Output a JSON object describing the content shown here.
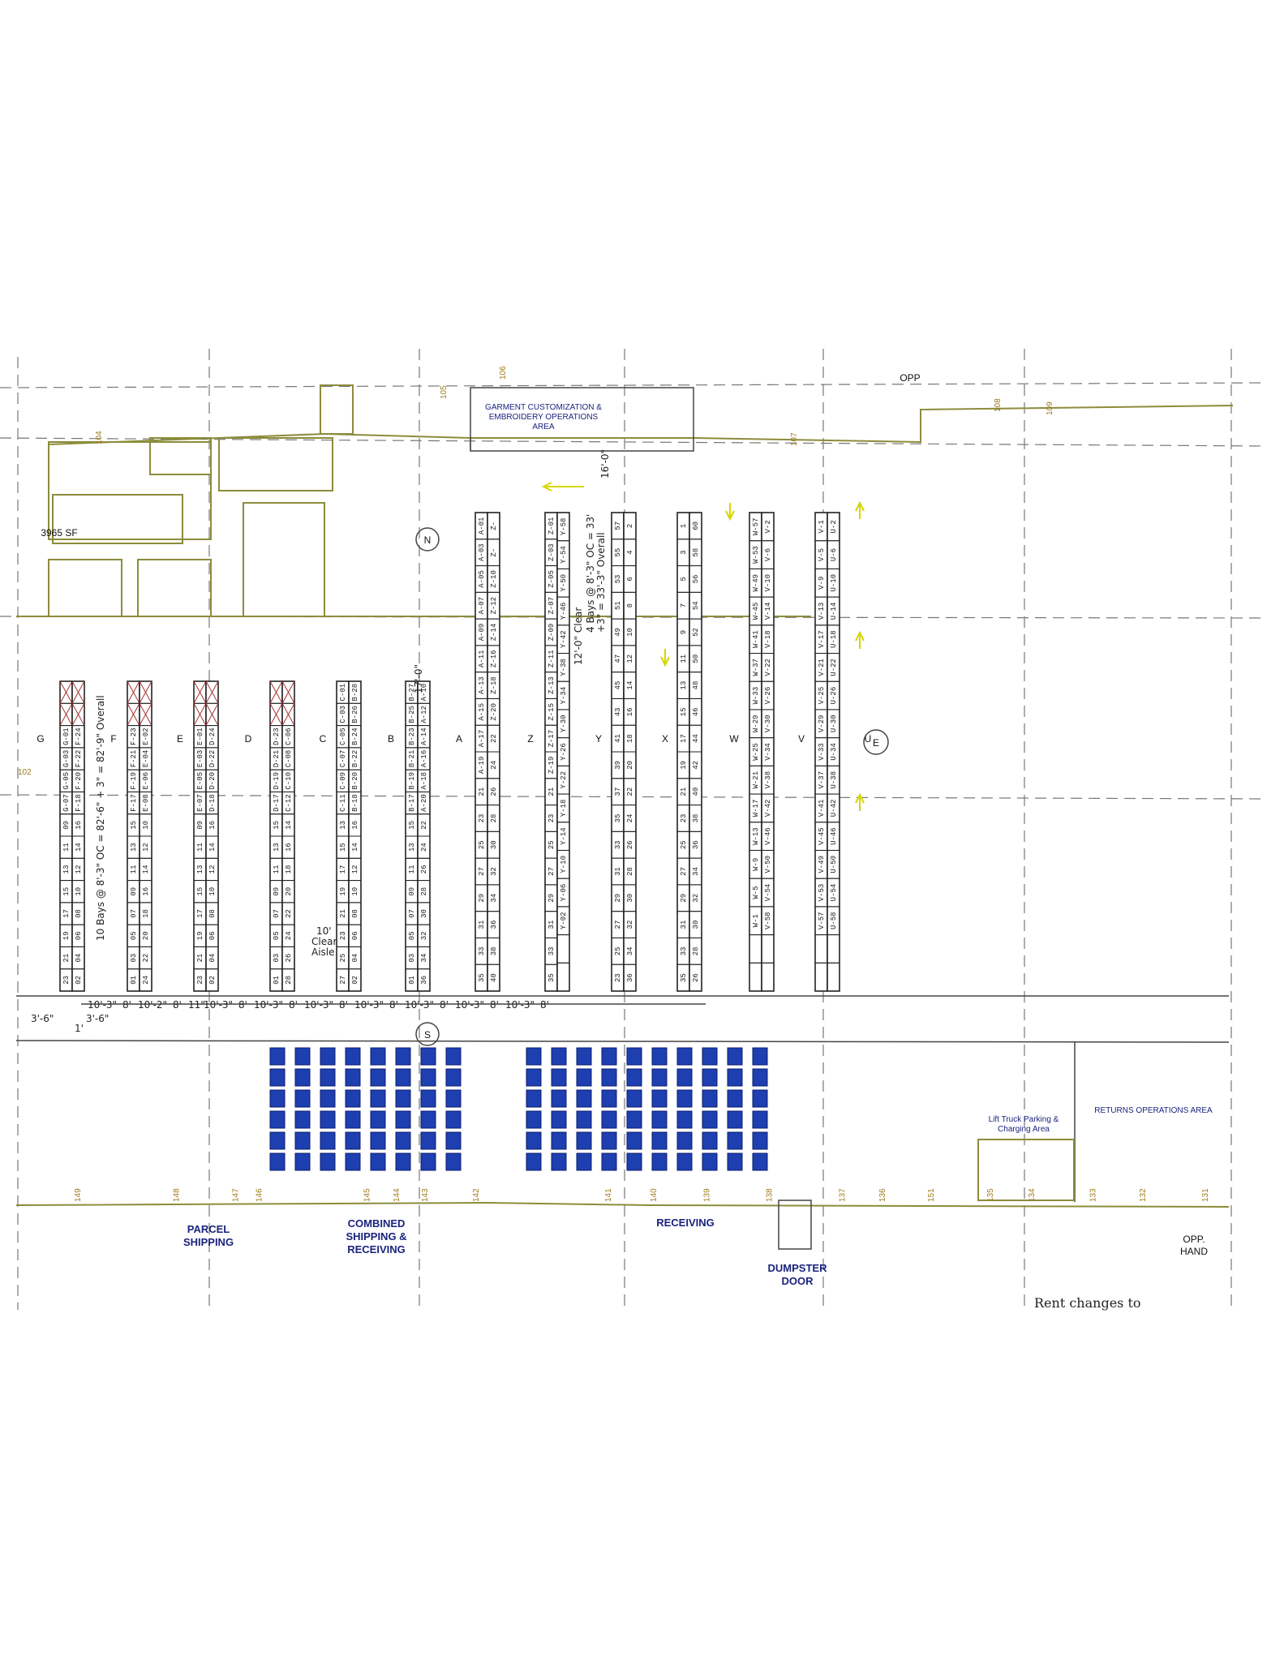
{
  "colors": {
    "label": "#1a237e",
    "pallet": "#1d3fb0",
    "wall": "#8c8c3c",
    "markup_red": "#a33333",
    "markup_yellow": "#d6d600"
  },
  "areas": {
    "garment": [
      "GARMENT CUSTOMIZATION &",
      "EMBROIDERY OPERATIONS",
      "AREA"
    ],
    "office_sf": "3965 SF",
    "opp_top": "OPP",
    "parcel": [
      "PARCEL",
      "SHIPPING"
    ],
    "combined": [
      "COMBINED",
      "SHIPPING &",
      "RECEIVING"
    ],
    "receiving": "RECEIVING",
    "dumpster": [
      "DUMPSTER",
      "DOOR"
    ],
    "returns": "RETURNS OPERATIONS AREA",
    "lift_truck": [
      "Lift Truck Parking &",
      "Charging Area"
    ],
    "opp_hand": [
      "OPP.",
      "HAND"
    ],
    "handwritten": "Rent changes to"
  },
  "door_numbers_top": [
    "104",
    "105",
    "106",
    "107",
    "108",
    "109"
  ],
  "door_numbers_bottom": [
    "149",
    "148",
    "147",
    "146",
    "145",
    "144",
    "143",
    "142",
    "141",
    "140",
    "139",
    "138",
    "137",
    "136",
    "151",
    "135",
    "134",
    "133",
    "132",
    "131"
  ],
  "column_marker": "102",
  "compass": {
    "north": "N",
    "east": "E",
    "south": "S"
  },
  "annotations": {
    "bays_left": "10 Bays @ 8'-3\" OC = 82'-6\" + 3\" = 82'-9\" Overall",
    "bays_right_1": "4 Bays @ 8'-3\" OC = 33'",
    "bays_right_2": "+3\" = 33'-3\" Overall",
    "clear_12": "12'-0\" Clear",
    "dim_16": "16'-0\"",
    "dim_17": "17'-0\"",
    "clear_aisle": [
      "10'",
      "Clear",
      "Aisle"
    ]
  },
  "dimensions_bottom": [
    "10'-3\"",
    "8'",
    "10'-2\"",
    "8'",
    "11\"",
    "10'-3\"",
    "8'",
    "10'-3\"",
    "8'",
    "10'-3\"",
    "8'",
    "10'-3\"",
    "8'",
    "10'-3\"",
    "8'",
    "10'-3\"",
    "8'",
    "10'-3\"",
    "8'"
  ],
  "dimensions_left": [
    "3'-6\"",
    "1'",
    "3'-6\""
  ],
  "aisle_letters": [
    "G",
    "F",
    "E",
    "D",
    "C",
    "B",
    "A",
    "Z",
    "Y",
    "X",
    "W",
    "V",
    "U"
  ],
  "racks": [
    {
      "cols": [
        [
          "X",
          "X",
          "G-01",
          "G-03",
          "G-05",
          "G-07",
          "09",
          "11",
          "13",
          "15",
          "17",
          "19",
          "21",
          "23"
        ],
        [
          "X",
          "X",
          "F-24",
          "F-22",
          "F-20",
          "F-18",
          "16",
          "14",
          "12",
          "10",
          "08",
          "06",
          "04",
          "02"
        ]
      ]
    },
    {
      "cols": [
        [
          "X",
          "X",
          "F-23",
          "F-21",
          "F-19",
          "F-17",
          "15",
          "13",
          "11",
          "09",
          "07",
          "05",
          "03",
          "01"
        ],
        [
          "X",
          "X",
          "E-02",
          "E-04",
          "E-06",
          "E-08",
          "10",
          "12",
          "14",
          "16",
          "18",
          "20",
          "22",
          "24"
        ]
      ]
    },
    {
      "cols": [
        [
          "X",
          "X",
          "E-01",
          "E-03",
          "E-05",
          "E-07",
          "09",
          "11",
          "13",
          "15",
          "17",
          "19",
          "21",
          "23"
        ],
        [
          "X",
          "X",
          "D-24",
          "D-22",
          "D-20",
          "D-18",
          "16",
          "14",
          "12",
          "10",
          "08",
          "06",
          "04",
          "02"
        ]
      ]
    },
    {
      "cols": [
        [
          "X",
          "X",
          "D-23",
          "D-21",
          "D-19",
          "D-17",
          "15",
          "13",
          "11",
          "09",
          "07",
          "05",
          "03",
          "01"
        ],
        [
          "X",
          "X",
          "C-06",
          "C-08",
          "C-10",
          "C-12",
          "14",
          "16",
          "18",
          "20",
          "22",
          "24",
          "26",
          "28"
        ]
      ]
    },
    {
      "cols": [
        [
          "C-01",
          "C-03",
          "C-05",
          "C-07",
          "C-09",
          "C-11",
          "13",
          "15",
          "17",
          "19",
          "21",
          "23",
          "25",
          "27"
        ],
        [
          "B-28",
          "B-26",
          "B-24",
          "B-22",
          "B-20",
          "B-18",
          "16",
          "14",
          "12",
          "10",
          "08",
          "06",
          "04",
          "02"
        ]
      ]
    },
    {
      "cols": [
        [
          "B-27",
          "B-25",
          "B-23",
          "B-21",
          "B-19",
          "B-17",
          "15",
          "13",
          "11",
          "09",
          "07",
          "05",
          "03",
          "01"
        ],
        [
          "A-10",
          "A-12",
          "A-14",
          "A-16",
          "A-18",
          "A-20",
          "22",
          "24",
          "26",
          "28",
          "30",
          "32",
          "34",
          "36"
        ]
      ]
    },
    {
      "cols": [
        [
          "A-01",
          "A-03",
          "A-05",
          "A-07",
          "A-09",
          "A-11",
          "A-13",
          "A-15",
          "A-17",
          "A-19",
          "21",
          "23",
          "25",
          "27",
          "29",
          "31",
          "33",
          "35"
        ],
        [
          "Z-",
          "Z-",
          "Z-10",
          "Z-12",
          "Z-14",
          "Z-16",
          "Z-18",
          "Z-20",
          "22",
          "24",
          "26",
          "28",
          "30",
          "32",
          "34",
          "36",
          "38",
          "40"
        ]
      ]
    },
    {
      "cols": [
        [
          "Z-01",
          "Z-03",
          "Z-05",
          "Z-07",
          "Z-09",
          "Z-11",
          "Z-13",
          "Z-15",
          "Z-17",
          "Z-19",
          "21",
          "23",
          "25",
          "27",
          "29",
          "31",
          "33",
          "35"
        ],
        [
          "Y-58",
          "Y-54",
          "Y-50",
          "Y-46",
          "Y-42",
          "Y-38",
          "Y-34",
          "Y-30",
          "Y-26",
          "Y-22",
          "Y-18",
          "Y-14",
          "Y-10",
          "Y-06",
          "Y-02",
          "",
          ""
        ]
      ]
    },
    {
      "cols": [
        [
          "57",
          "55",
          "53",
          "51",
          "49",
          "47",
          "45",
          "43",
          "41",
          "39",
          "37",
          "35",
          "33",
          "31",
          "29",
          "27",
          "25",
          "23"
        ],
        [
          "2",
          "4",
          "6",
          "8",
          "10",
          "12",
          "14",
          "16",
          "18",
          "20",
          "22",
          "24",
          "26",
          "28",
          "30",
          "32",
          "34",
          "36"
        ]
      ]
    },
    {
      "cols": [
        [
          "1",
          "3",
          "5",
          "7",
          "9",
          "11",
          "13",
          "15",
          "17",
          "19",
          "21",
          "23",
          "25",
          "27",
          "29",
          "31",
          "33",
          "35"
        ],
        [
          "60",
          "58",
          "56",
          "54",
          "52",
          "50",
          "48",
          "46",
          "44",
          "42",
          "40",
          "38",
          "36",
          "34",
          "32",
          "30",
          "28",
          "26"
        ]
      ]
    },
    {
      "cols": [
        [
          "W-57",
          "W-53",
          "W-49",
          "W-45",
          "W-41",
          "W-37",
          "W-33",
          "W-29",
          "W-25",
          "W-21",
          "W-17",
          "W-13",
          "W-9",
          "W-5",
          "W-1",
          "",
          ""
        ],
        [
          "V-2",
          "V-6",
          "V-10",
          "V-14",
          "V-18",
          "V-22",
          "V-26",
          "V-30",
          "V-34",
          "V-38",
          "V-42",
          "V-46",
          "V-50",
          "V-54",
          "V-58",
          "",
          ""
        ]
      ]
    },
    {
      "cols": [
        [
          "V-1",
          "V-5",
          "V-9",
          "V-13",
          "V-17",
          "V-21",
          "V-25",
          "V-29",
          "V-33",
          "V-37",
          "V-41",
          "V-45",
          "V-49",
          "V-53",
          "V-57",
          "",
          ""
        ],
        [
          "U-2",
          "U-6",
          "U-10",
          "U-14",
          "U-18",
          "U-22",
          "U-26",
          "U-30",
          "U-34",
          "U-38",
          "U-42",
          "U-46",
          "U-50",
          "U-54",
          "U-58",
          "",
          ""
        ]
      ]
    }
  ],
  "pallet_groups": [
    {
      "columns": 8,
      "rows": 6
    },
    {
      "columns": 10,
      "rows": 6
    }
  ]
}
